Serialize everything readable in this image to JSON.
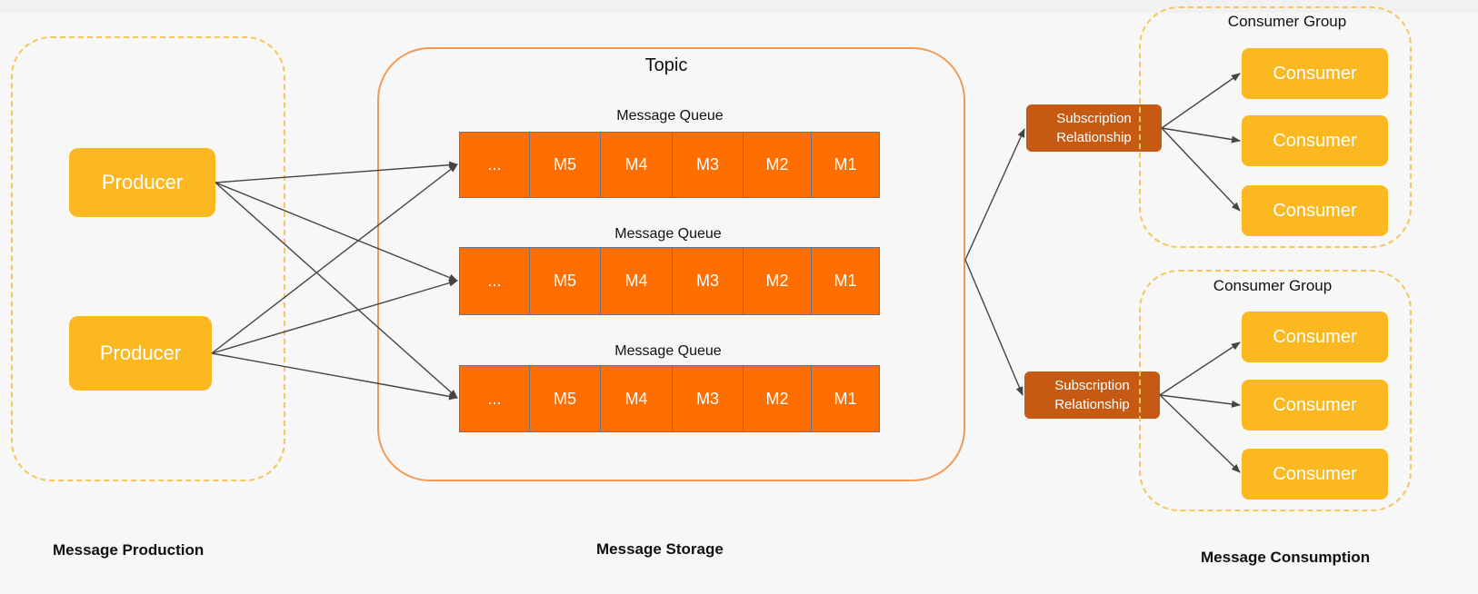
{
  "production": {
    "producers": [
      "Producer",
      "Producer"
    ],
    "section_label": "Message Production"
  },
  "storage": {
    "topic_label": "Topic",
    "queues": [
      {
        "label": "Message Queue",
        "cells": [
          "...",
          "M5",
          "M4",
          "M3",
          "M2",
          "M1"
        ]
      },
      {
        "label": "Message Queue",
        "cells": [
          "...",
          "M5",
          "M4",
          "M3",
          "M2",
          "M1"
        ]
      },
      {
        "label": "Message Queue",
        "cells": [
          "...",
          "M5",
          "M4",
          "M3",
          "M2",
          "M1"
        ]
      }
    ],
    "section_label": "Message Storage"
  },
  "consumption": {
    "subscriptions": [
      "Subscription\nRelationship",
      "Subscription\nRelationship"
    ],
    "groups": [
      {
        "label": "Consumer Group",
        "consumers": [
          "Consumer",
          "Consumer",
          "Consumer"
        ]
      },
      {
        "label": "Consumer Group",
        "consumers": [
          "Consumer",
          "Consumer",
          "Consumer"
        ]
      }
    ],
    "section_label": "Message Consumption"
  }
}
